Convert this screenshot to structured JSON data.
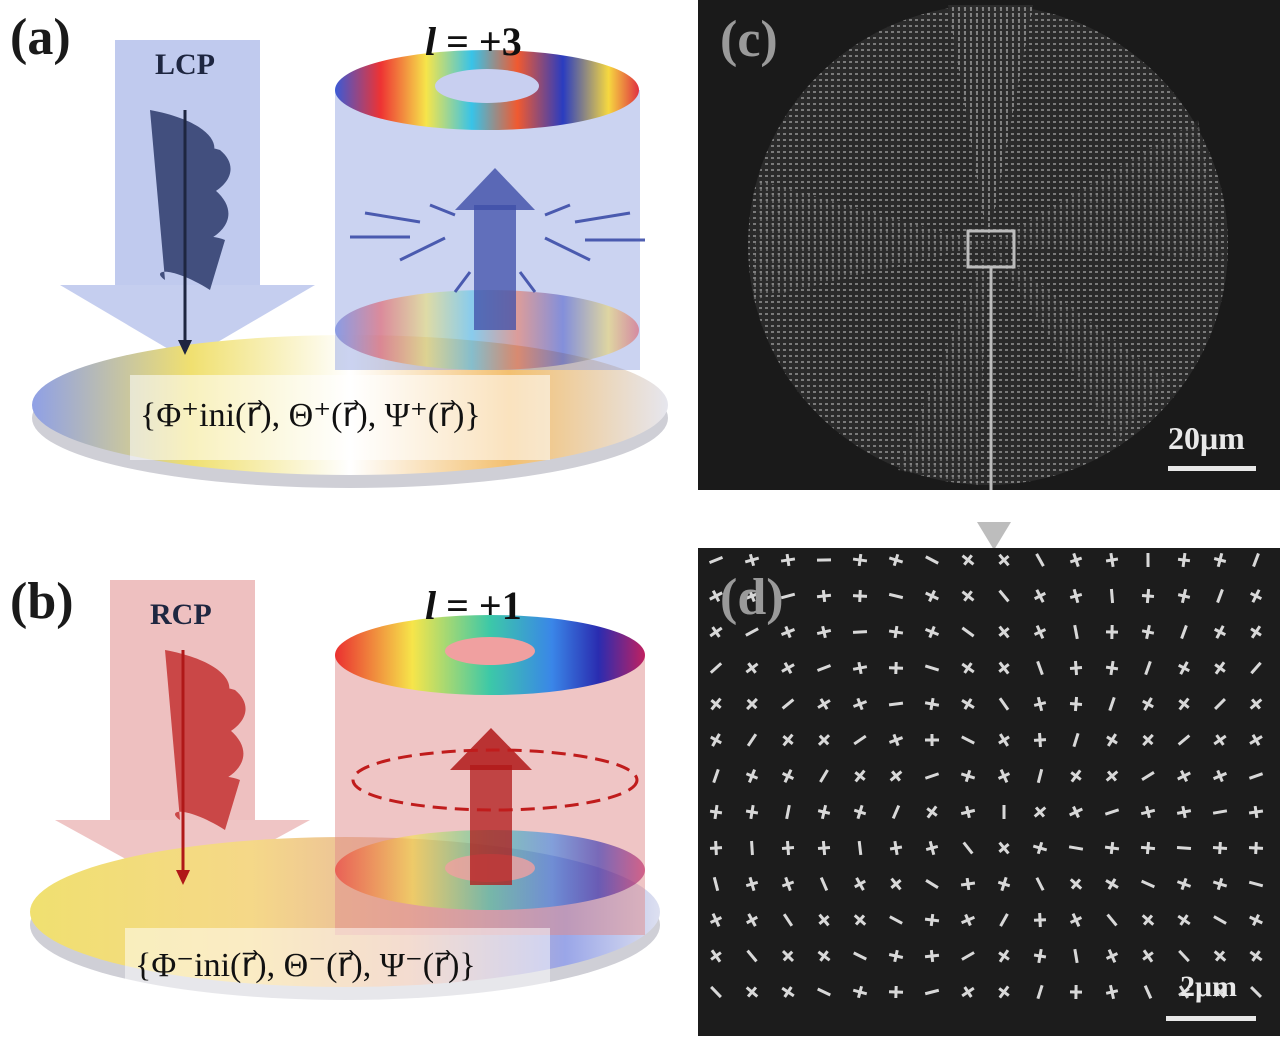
{
  "panels": {
    "a": {
      "label": "(a)",
      "polarization": "LCP",
      "charge_symbol": "l",
      "charge_value": "= +3",
      "formula": "{Φ⁺ini(r⃗), Θ⁺(r⃗), Ψ⁺(r⃗)}",
      "accent": "#5a6ec8"
    },
    "b": {
      "label": "(b)",
      "polarization": "RCP",
      "charge_symbol": "l",
      "charge_value": "= +1",
      "formula": "{Φ⁻ini(r⃗), Θ⁻(r⃗), Ψ⁻(r⃗)}",
      "accent": "#c83a3a"
    },
    "c": {
      "label": "(c)",
      "scale_bar": "20μm"
    },
    "d": {
      "label": "(d)",
      "scale_bar": "2μm"
    }
  },
  "colors": {
    "lcp_beam": "#8c9ee0",
    "rcp_beam": "#e08c8c",
    "sem_background": "#1a1a1a",
    "sem_feature": "#d8d8d8"
  }
}
